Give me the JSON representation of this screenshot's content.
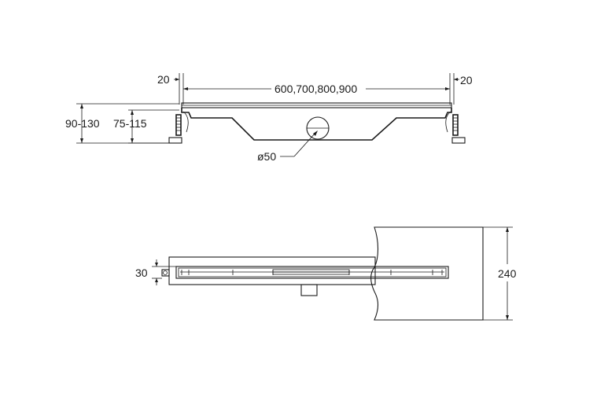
{
  "side_view": {
    "gap_left_label": "20",
    "length_label": "600,700,800,900",
    "gap_right_label": "20",
    "outer_height_label": "90-130",
    "inner_height_label": "75-115",
    "outlet_diameter_label": "ø50"
  },
  "top_view": {
    "width_label": "30",
    "slab_height_label": "240"
  }
}
